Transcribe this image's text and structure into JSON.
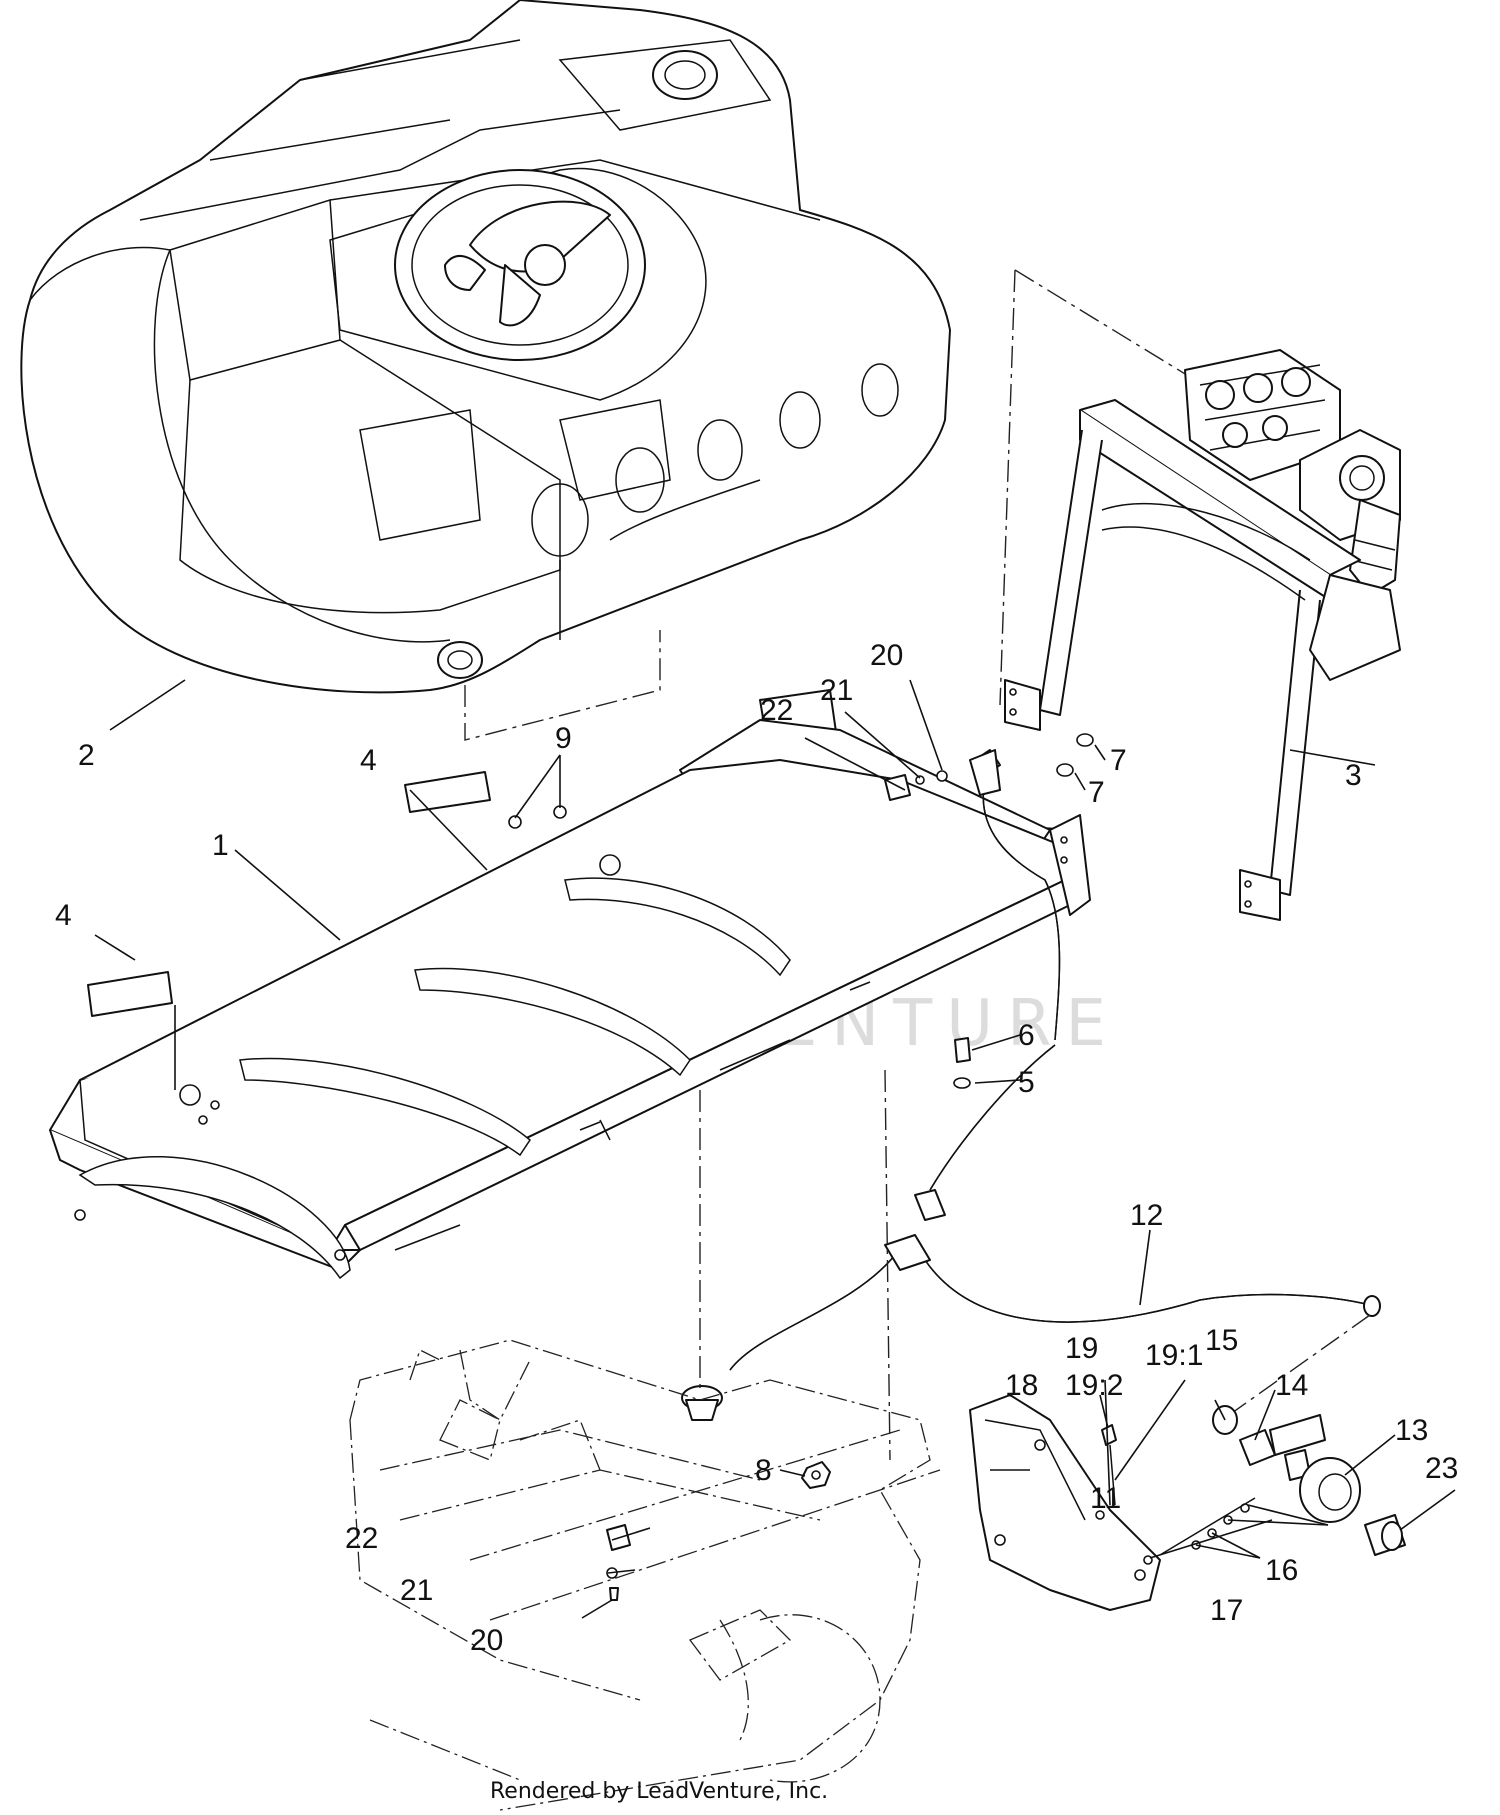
{
  "footer": "Rendered by LeadVenture, Inc.",
  "watermark": "LEADVENTURE",
  "callouts": [
    {
      "id": "c1",
      "text": "1"
    },
    {
      "id": "c2",
      "text": "2"
    },
    {
      "id": "c3",
      "text": "3"
    },
    {
      "id": "c4a",
      "text": "4"
    },
    {
      "id": "c4b",
      "text": "4"
    },
    {
      "id": "c5",
      "text": "5"
    },
    {
      "id": "c6",
      "text": "6"
    },
    {
      "id": "c7a",
      "text": "7"
    },
    {
      "id": "c7b",
      "text": "7"
    },
    {
      "id": "c8",
      "text": "8"
    },
    {
      "id": "c9",
      "text": "9"
    },
    {
      "id": "c11",
      "text": "11"
    },
    {
      "id": "c12",
      "text": "12"
    },
    {
      "id": "c13",
      "text": "13"
    },
    {
      "id": "c14",
      "text": "14"
    },
    {
      "id": "c15",
      "text": "15"
    },
    {
      "id": "c16",
      "text": "16"
    },
    {
      "id": "c17",
      "text": "17"
    },
    {
      "id": "c18",
      "text": "18"
    },
    {
      "id": "c19",
      "text": "19"
    },
    {
      "id": "c19_1",
      "text": "19:1"
    },
    {
      "id": "c19_2",
      "text": "19:2"
    },
    {
      "id": "c20a",
      "text": "20"
    },
    {
      "id": "c20b",
      "text": "20"
    },
    {
      "id": "c21a",
      "text": "21"
    },
    {
      "id": "c21b",
      "text": "21"
    },
    {
      "id": "c22a",
      "text": "22"
    },
    {
      "id": "c22b",
      "text": "22"
    },
    {
      "id": "c23",
      "text": "23"
    }
  ]
}
